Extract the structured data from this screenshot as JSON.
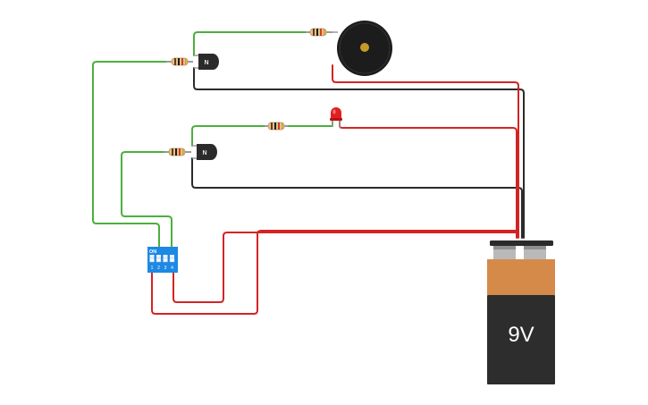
{
  "circuit": {
    "battery": {
      "label": "9V"
    },
    "transistor_1": {
      "label": "N"
    },
    "transistor_2": {
      "label": "N"
    },
    "dip_switch": {
      "on_label": "ON",
      "positions": [
        "1",
        "2",
        "3",
        "4"
      ]
    }
  },
  "colors": {
    "wire_signal": "#4caf3e",
    "wire_power": "#d32424",
    "wire_ground": "#2b2b2b",
    "battery_top": "#d58a4a",
    "battery_body": "#2d2d2d",
    "dip_switch": "#1e88e5",
    "led": "#e02020",
    "buzzer": "#1c1c1c"
  }
}
